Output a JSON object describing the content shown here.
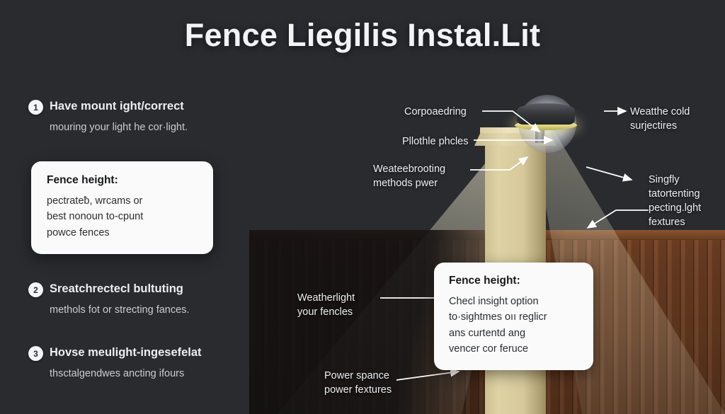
{
  "title": "Fence Liegilis Instal.Lit",
  "colors": {
    "background": "#292b2f",
    "title_text": "#f2f3f5",
    "card_bg": "#fafafa",
    "badge_bg": "#f4f5f6",
    "post_beige": "#d6c99b",
    "fence_brown": "#6d3e22",
    "light_yellow": "#ded57f",
    "leader_line": "#ffffff"
  },
  "steps": [
    {
      "number": "1",
      "title": "Have mount ight/correct",
      "subtitle": "mouring your light he cor·light."
    },
    {
      "number": "2",
      "title": "Sreatchrectecl bultuting",
      "subtitle": "methols fot or strecting fances."
    },
    {
      "number": "3",
      "title": "Hovse meulight-ingesefelat",
      "subtitle": "thsctalgendwes ancting ifours"
    }
  ],
  "cards": {
    "left": {
      "title": "Fence height:",
      "lines": [
        "pectrateƀ, wrcams or",
        "best nonoun to-cpunt",
        "powce fences"
      ]
    },
    "right": {
      "title": "Fence height:",
      "lines": [
        "Checl insight option",
        "to·sightmes oıı reglicr",
        "ans curtentd ang",
        "vencer cor feruce"
      ]
    }
  },
  "annotations": [
    {
      "id": "corpoaedring",
      "lines": [
        "Corpoaedring"
      ]
    },
    {
      "id": "pllothle-phcles",
      "lines": [
        "Pllothle phcles"
      ]
    },
    {
      "id": "weateebrooting",
      "lines": [
        "Weateebrooting",
        "methods pwer"
      ]
    },
    {
      "id": "weatthe-cold",
      "lines": [
        "Weatthe cold",
        "surjectires"
      ]
    },
    {
      "id": "singfly",
      "lines": [
        "Singfly",
        "tatortenting",
        "pecting.lght",
        "fextures"
      ]
    },
    {
      "id": "weatherlight",
      "lines": [
        "Weatherlight",
        "your fencles"
      ]
    },
    {
      "id": "power-spance",
      "lines": [
        "Power spance",
        "power fextures"
      ]
    }
  ],
  "diagram": {
    "fixture_name": "post-cap-light-fixture",
    "post_name": "fence-post",
    "fence_name": "fence-boards",
    "light_cone_name": "light-cone"
  }
}
